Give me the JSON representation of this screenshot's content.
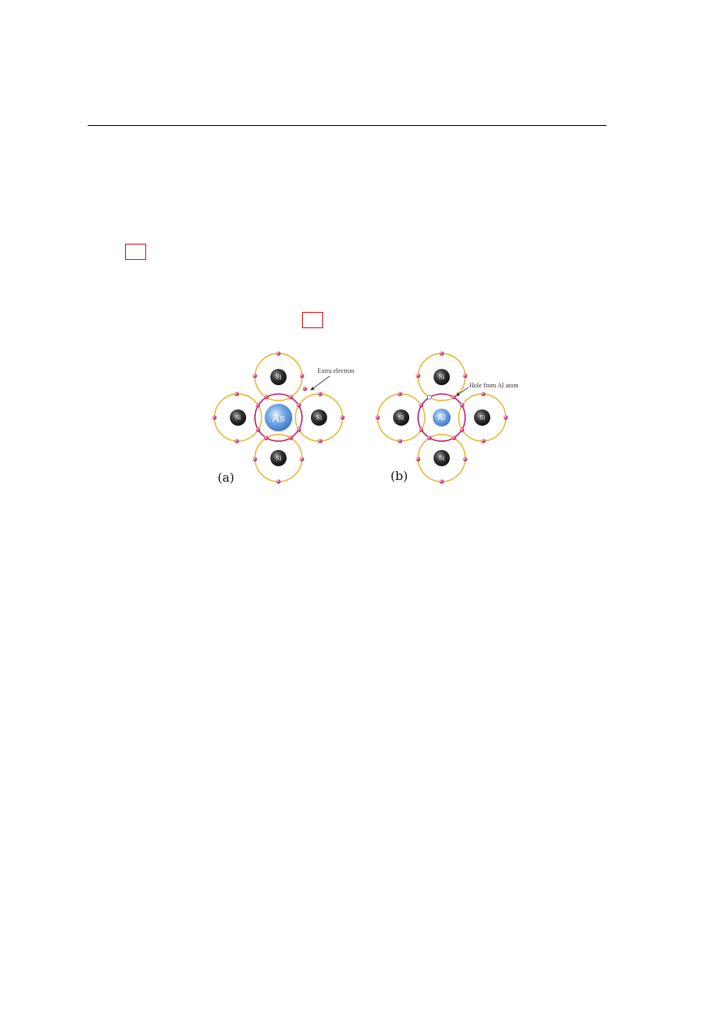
{
  "figure": {
    "panels": [
      {
        "id": "a",
        "caption": "(a)",
        "center_atom": "As",
        "neighbor_atoms": [
          "Si",
          "Si",
          "Si",
          "Si"
        ],
        "annotation": "Extra electron"
      },
      {
        "id": "b",
        "caption": "(b)",
        "center_atom": "Al",
        "neighbor_atoms": [
          "Si",
          "Si",
          "Si",
          "Si"
        ],
        "annotation": "Hole from Al atom"
      }
    ],
    "colors": {
      "orbit": "#e8b12a",
      "center_orbit": "#c0226b",
      "electron": "#d9457f",
      "si_atom": "#2b2b2b",
      "dopant_atom": "#4f8fd6",
      "reference_box": "#dd1111",
      "rule": "#000000"
    }
  }
}
